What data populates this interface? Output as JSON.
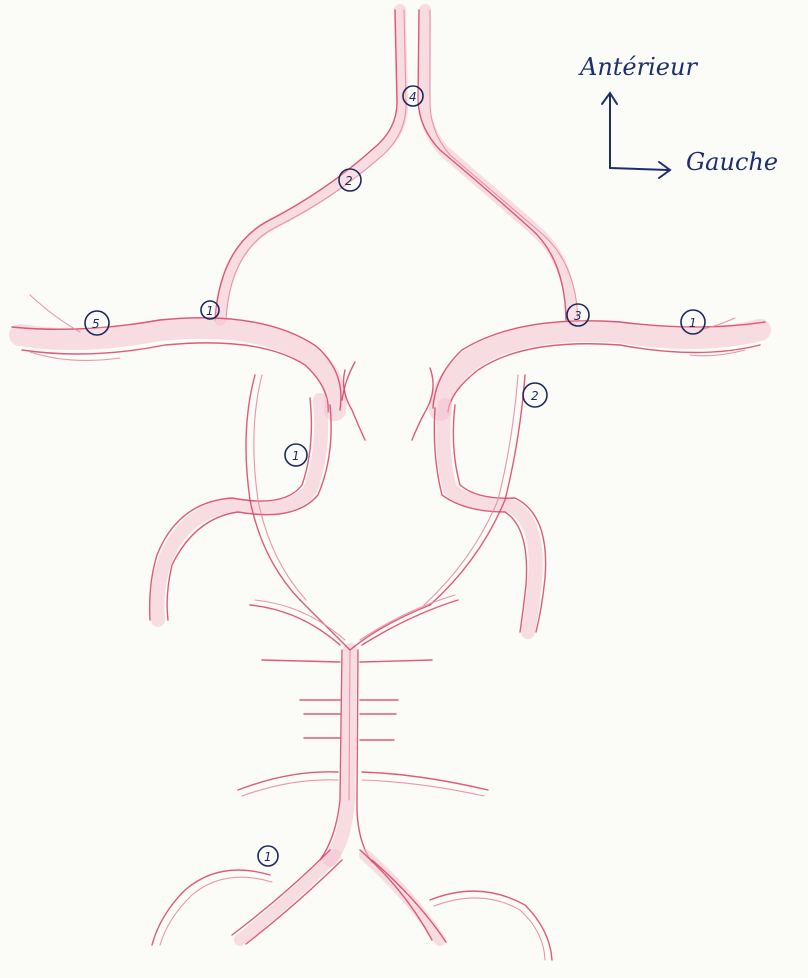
{
  "compass": {
    "anterior_label": "Antérieur",
    "left_label": "Gauche"
  },
  "markers": [
    {
      "id": "marker-1-left-pca",
      "label": "1"
    },
    {
      "id": "marker-2-left-pcomm",
      "label": "2"
    },
    {
      "id": "marker-3-left-ica",
      "label": "3"
    },
    {
      "id": "marker-1-left-mca",
      "label": "1"
    },
    {
      "id": "marker-1-right-pca",
      "label": "1"
    },
    {
      "id": "marker-1-right-aca",
      "label": "1"
    },
    {
      "id": "marker-5-right-mca",
      "label": "5"
    },
    {
      "id": "marker-2-right-aca",
      "label": "2"
    },
    {
      "id": "marker-4-acomm",
      "label": "4"
    }
  ],
  "colors": {
    "vessel": "#d9405f",
    "vessel_light": "#f4c3cf",
    "ink": "#1b2a5c",
    "paper": "#fbfbf8"
  }
}
